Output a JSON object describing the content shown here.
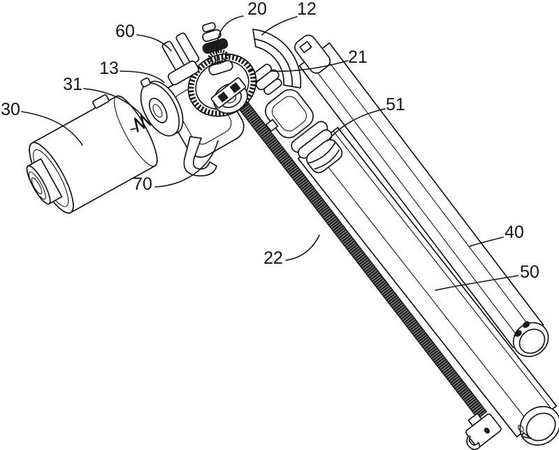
{
  "figure": {
    "kind": "patent-exploded-view-drawing",
    "background_color": "#ffffff",
    "ink_color": "#161616",
    "screw_fill_color": "#1c1c1c"
  },
  "labels": [
    {
      "ref": "20"
    },
    {
      "ref": "12"
    },
    {
      "ref": "60"
    },
    {
      "ref": "21"
    },
    {
      "ref": "13"
    },
    {
      "ref": "31"
    },
    {
      "ref": "30"
    },
    {
      "ref": "51"
    },
    {
      "ref": "70"
    },
    {
      "ref": "22"
    },
    {
      "ref": "40"
    },
    {
      "ref": "50"
    }
  ]
}
